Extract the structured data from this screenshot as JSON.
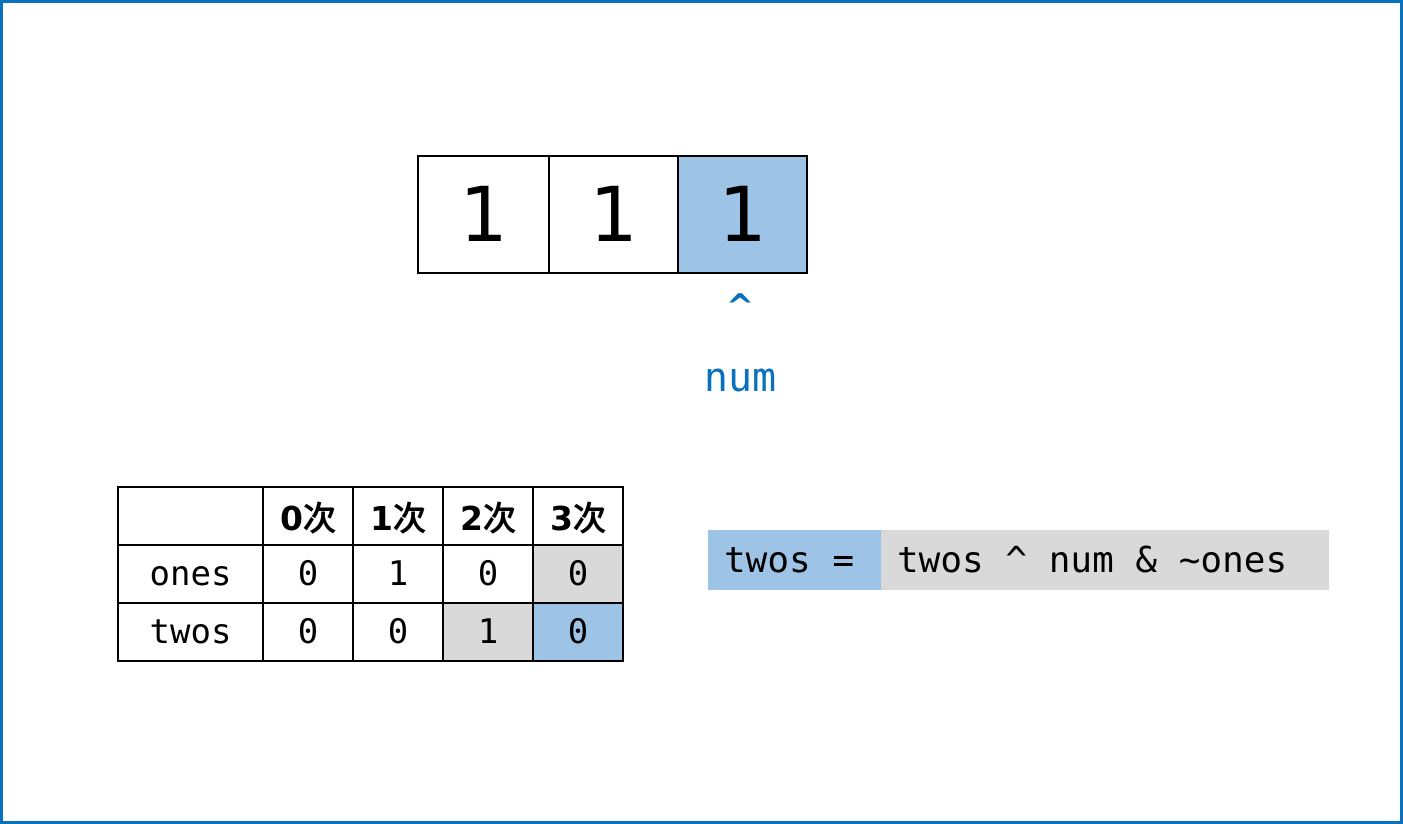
{
  "array": {
    "cells": [
      "1",
      "1",
      "1"
    ],
    "active_index": 2
  },
  "pointer": {
    "symbol": "^",
    "label": "num"
  },
  "table": {
    "headers": [
      "0次",
      "1次",
      "2次",
      "3次"
    ],
    "rows": [
      {
        "label": "ones",
        "values": [
          "0",
          "1",
          "0",
          "0"
        ]
      },
      {
        "label": "twos",
        "values": [
          "0",
          "0",
          "1",
          "0"
        ]
      }
    ]
  },
  "formula": {
    "lhs": "twos =",
    "rhs": "twos ^ num & ~ones"
  },
  "colors": {
    "frame": "#0a72bd",
    "highlight_blue": "#9dc3e6",
    "highlight_gray": "#d9d9d9",
    "pointer": "#0a72bd"
  }
}
